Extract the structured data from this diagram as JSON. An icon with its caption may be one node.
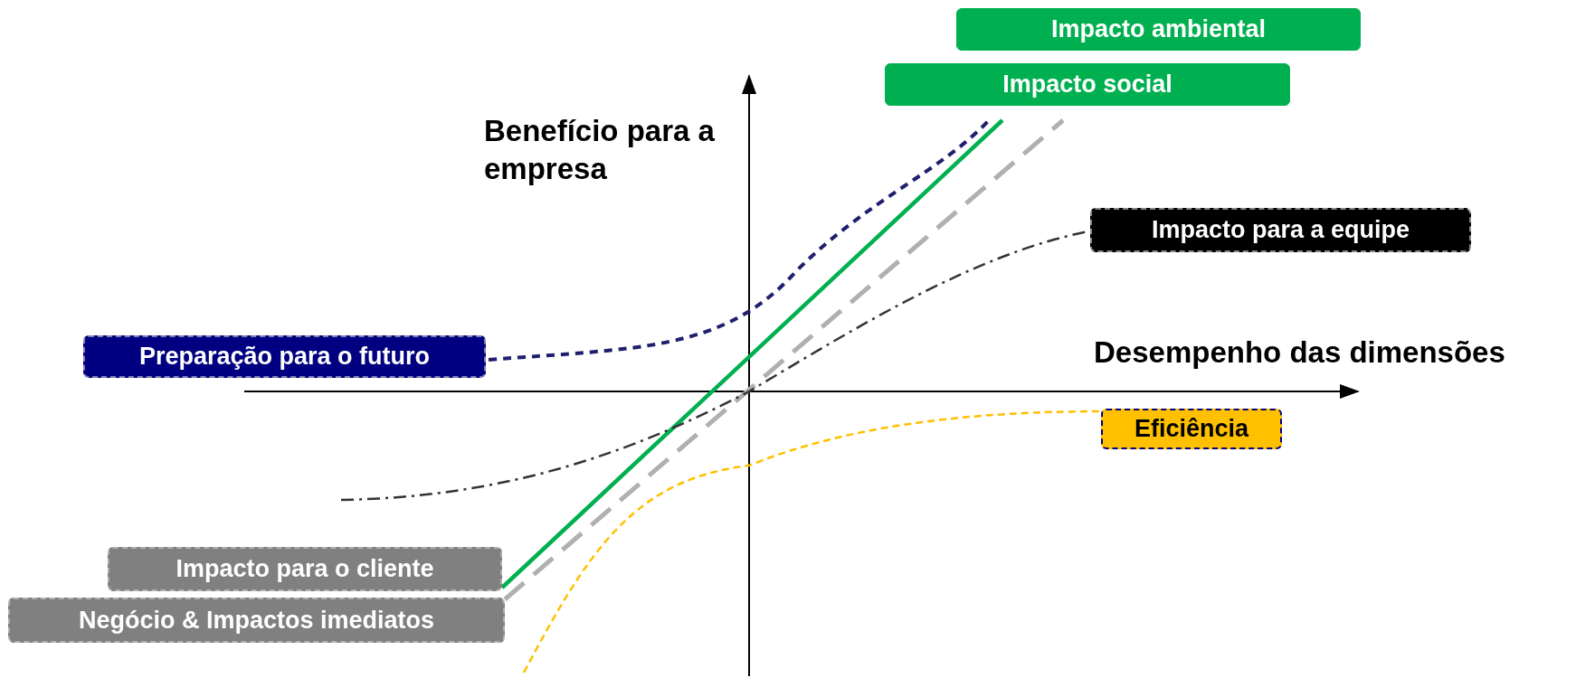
{
  "diagram": {
    "nodes": [
      {
        "text": [
          "Impacto ambiental"
        ]
      },
      {
        "text": [
          "Impacto social"
        ]
      },
      {
        "text": [
          "Impacto para a equipe"
        ]
      },
      {
        "text": [
          "Preparação para o futuro"
        ]
      },
      {
        "text": [
          "Eficiência"
        ]
      },
      {
        "text": [
          "Impacto para o cliente"
        ]
      },
      {
        "text": [
          "Negócio & Impactos imediatos"
        ]
      }
    ],
    "labels": [
      "Benefício para a empresa",
      "Desempenho das dimensões"
    ]
  }
}
